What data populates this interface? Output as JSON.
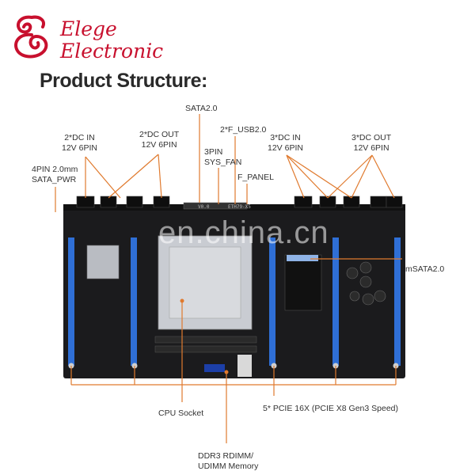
{
  "logo": {
    "line1": "Elege",
    "line2": "Electronic",
    "brand_color": "#c8102e"
  },
  "title": "Product Structure:",
  "watermark": "en.china.cn",
  "board_silk": "ETH79-X5",
  "board_silk2": "V0.0",
  "labels": {
    "sata2": "SATA2.0",
    "dc_in_left": [
      "2*DC IN",
      "12V 6PIN"
    ],
    "dc_out_left": [
      "2*DC OUT",
      "12V 6PIN"
    ],
    "sata_pwr": [
      "4PIN 2.0mm",
      "SATA_PWR"
    ],
    "usb2": "2*F_USB2.0",
    "sys_fan": [
      "3PIN",
      "SYS_FAN"
    ],
    "f_panel": "F_PANEL",
    "dc_in_right": [
      "3*DC IN",
      "12V 6PIN"
    ],
    "dc_out_right": [
      "3*DC OUT",
      "12V 6PIN"
    ],
    "msata": "mSATA2.0",
    "cpu_socket": "CPU Socket",
    "pcie": "5* PCIE 16X  (PCIE X8 Gen3 Speed)",
    "ddr3": [
      "DDR3 RDIMM/",
      "UDIMM Memory"
    ]
  },
  "colors": {
    "accent": "#e07a2e",
    "board": "#1b1b1d",
    "slot": "#2f6fd6"
  }
}
